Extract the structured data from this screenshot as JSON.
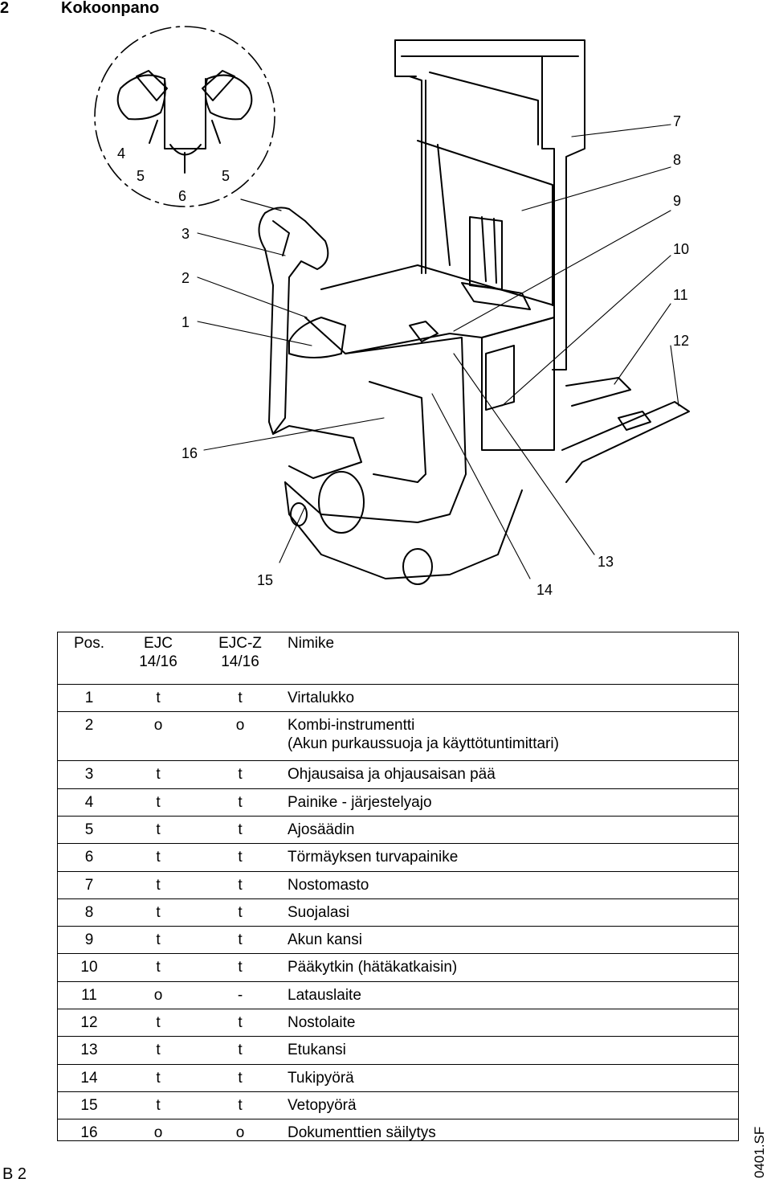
{
  "heading": {
    "number": "2",
    "title": "Kokoonpano"
  },
  "figure": {
    "callouts": [
      "4",
      "5",
      "6",
      "5",
      "3",
      "2",
      "1",
      "16",
      "15",
      "14",
      "13",
      "12",
      "11",
      "10",
      "9",
      "8",
      "7"
    ]
  },
  "table": {
    "columns": [
      "Pos.",
      "EJC\n14/16",
      "EJC-Z\n14/16",
      "Nimike"
    ],
    "rows": [
      [
        "1",
        "t",
        "t",
        "Virtalukko"
      ],
      [
        "2",
        "o",
        "o",
        "Kombi-instrumentti\n(Akun purkaussuoja ja käyttötuntimittari)"
      ],
      [
        "3",
        "t",
        "t",
        "Ohjausaisa ja ohjausaisan pää"
      ],
      [
        "4",
        "t",
        "t",
        "Painike - järjestelyajo"
      ],
      [
        "5",
        "t",
        "t",
        "Ajosäädin"
      ],
      [
        "6",
        "t",
        "t",
        "Törmäyksen turvapainike"
      ],
      [
        "7",
        "t",
        "t",
        "Nostomasto"
      ],
      [
        "8",
        "t",
        "t",
        "Suojalasi"
      ],
      [
        "9",
        "t",
        "t",
        "Akun kansi"
      ],
      [
        "10",
        "t",
        "t",
        "Pääkytkin (hätäkatkaisin)"
      ],
      [
        "11",
        "o",
        "-",
        "Latauslaite"
      ],
      [
        "12",
        "t",
        "t",
        "Nostolaite"
      ],
      [
        "13",
        "t",
        "t",
        "Etukansi"
      ],
      [
        "14",
        "t",
        "t",
        "Tukipyörä"
      ],
      [
        "15",
        "t",
        "t",
        "Vetopyörä"
      ],
      [
        "16",
        "o",
        "o",
        "Dokumenttien säilytys"
      ]
    ]
  },
  "footer": {
    "page": "B 2",
    "code": "0401.SF"
  }
}
